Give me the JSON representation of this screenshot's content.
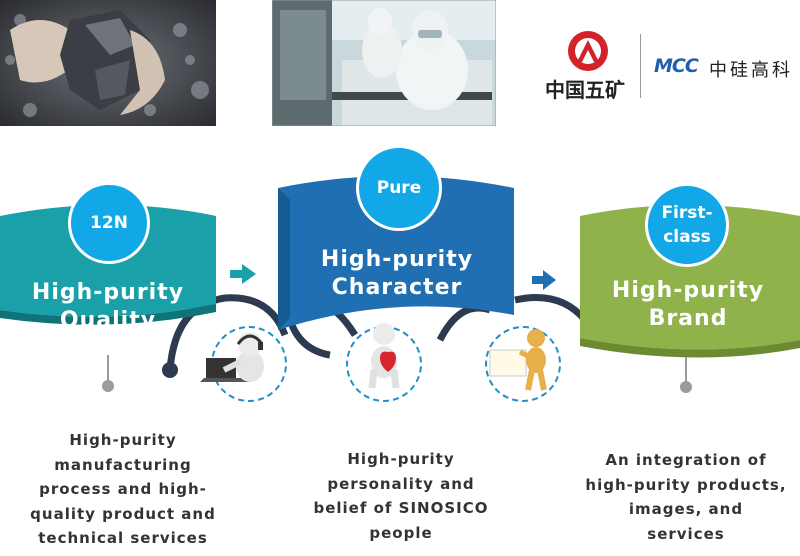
{
  "logos": {
    "minmetals_name": "中国五矿",
    "mcc_mark": "MCC",
    "mcc_name": "中硅高科"
  },
  "pillars": [
    {
      "badge": "12N",
      "title_line1": "High-purity",
      "title_line2": "Quality",
      "desc_lines": [
        "High-purity",
        "manufacturing",
        "process and high-",
        "quality product and",
        "technical services"
      ]
    },
    {
      "badge": "Pure",
      "title_line1": "High-purity",
      "title_line2": "Character",
      "desc_lines": [
        "High-purity",
        "personality and",
        "belief of SINOSICO",
        "people"
      ]
    },
    {
      "badge_line1": "First-",
      "badge_line2": "class",
      "title_line1": "High-purity",
      "title_line2": "Brand",
      "desc_lines": [
        "An integration of",
        "high-purity products,",
        "images, and",
        "services"
      ]
    }
  ],
  "colors": {
    "teal": "#1aa0a8",
    "blue": "#1f6fb2",
    "green": "#8fb24a",
    "badge": "#12a7e6",
    "dark": "#2e3a4f"
  },
  "icons": [
    "worker-at-laptop-icon",
    "figure-with-heart-icon",
    "figure-with-board-icon",
    "arrow-right-icon"
  ]
}
